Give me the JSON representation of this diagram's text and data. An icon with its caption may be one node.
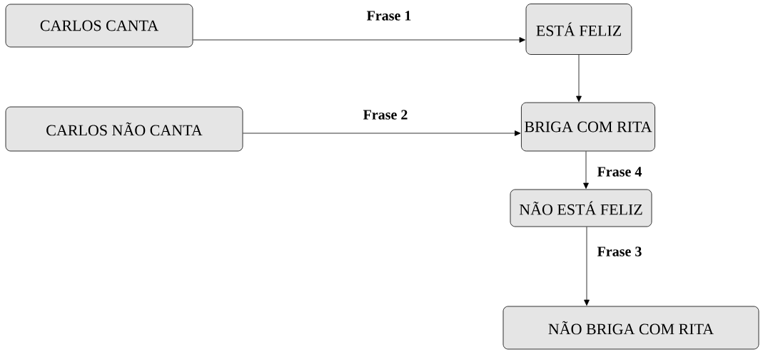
{
  "diagram": {
    "nodes": [
      {
        "text": [
          "CARLOS CANTA"
        ]
      },
      {
        "text": [
          "ESTÁ FELIZ"
        ]
      },
      {
        "text": [
          "CARLOS NÃO CANTA"
        ]
      },
      {
        "text": [
          "BRIGA COM RITA"
        ]
      },
      {
        "text": [
          "NÃO ESTÁ FELIZ"
        ]
      },
      {
        "text": [
          "NÃO BRIGA COM RITA"
        ]
      }
    ],
    "edges": [
      {
        "from": 0,
        "to": 1,
        "arrow": "to",
        "label": "Frase 1"
      },
      {
        "from": 1,
        "to": 3,
        "arrow": "to"
      },
      {
        "from": 2,
        "to": 3,
        "arrow": "to",
        "label": "Frase 2"
      },
      {
        "from": 3,
        "to": 4,
        "arrow": "to",
        "label": "Frase 4"
      },
      {
        "from": 4,
        "to": 5,
        "arrow": "to",
        "label": "Frase 3"
      }
    ]
  }
}
